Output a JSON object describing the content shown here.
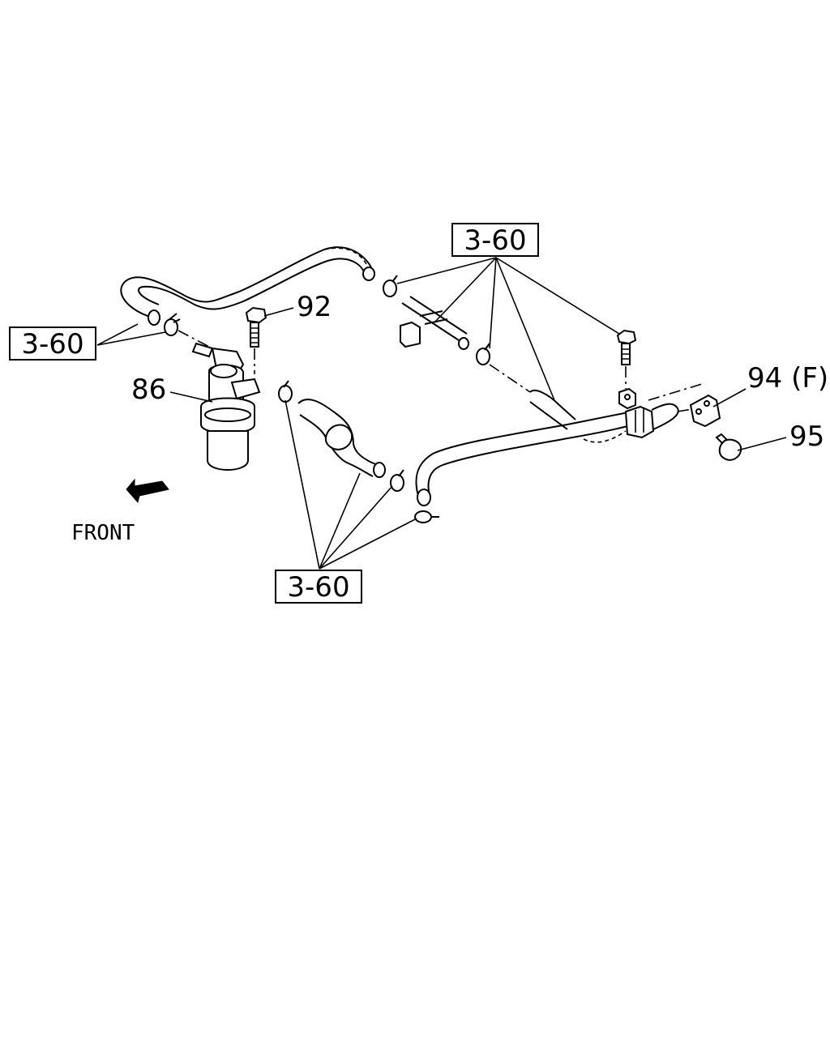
{
  "callouts": {
    "ref_top": "3-60",
    "ref_left": "3-60",
    "ref_bottom": "3-60",
    "p86": "86",
    "p92": "92",
    "p94": "94 (F)",
    "p95": "95"
  },
  "direction": {
    "label": "FRONT",
    "icon": "front-arrow-icon"
  }
}
